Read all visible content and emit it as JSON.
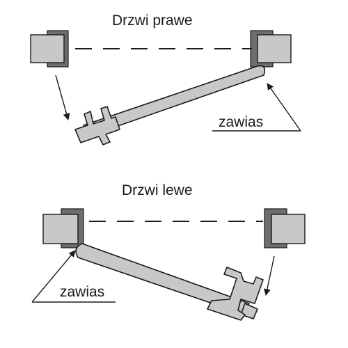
{
  "diagrams": [
    {
      "title": "Drzwi prawe",
      "hinge_label": "zawias"
    },
    {
      "title": "Drzwi lewe",
      "hinge_label": "zawias"
    }
  ]
}
